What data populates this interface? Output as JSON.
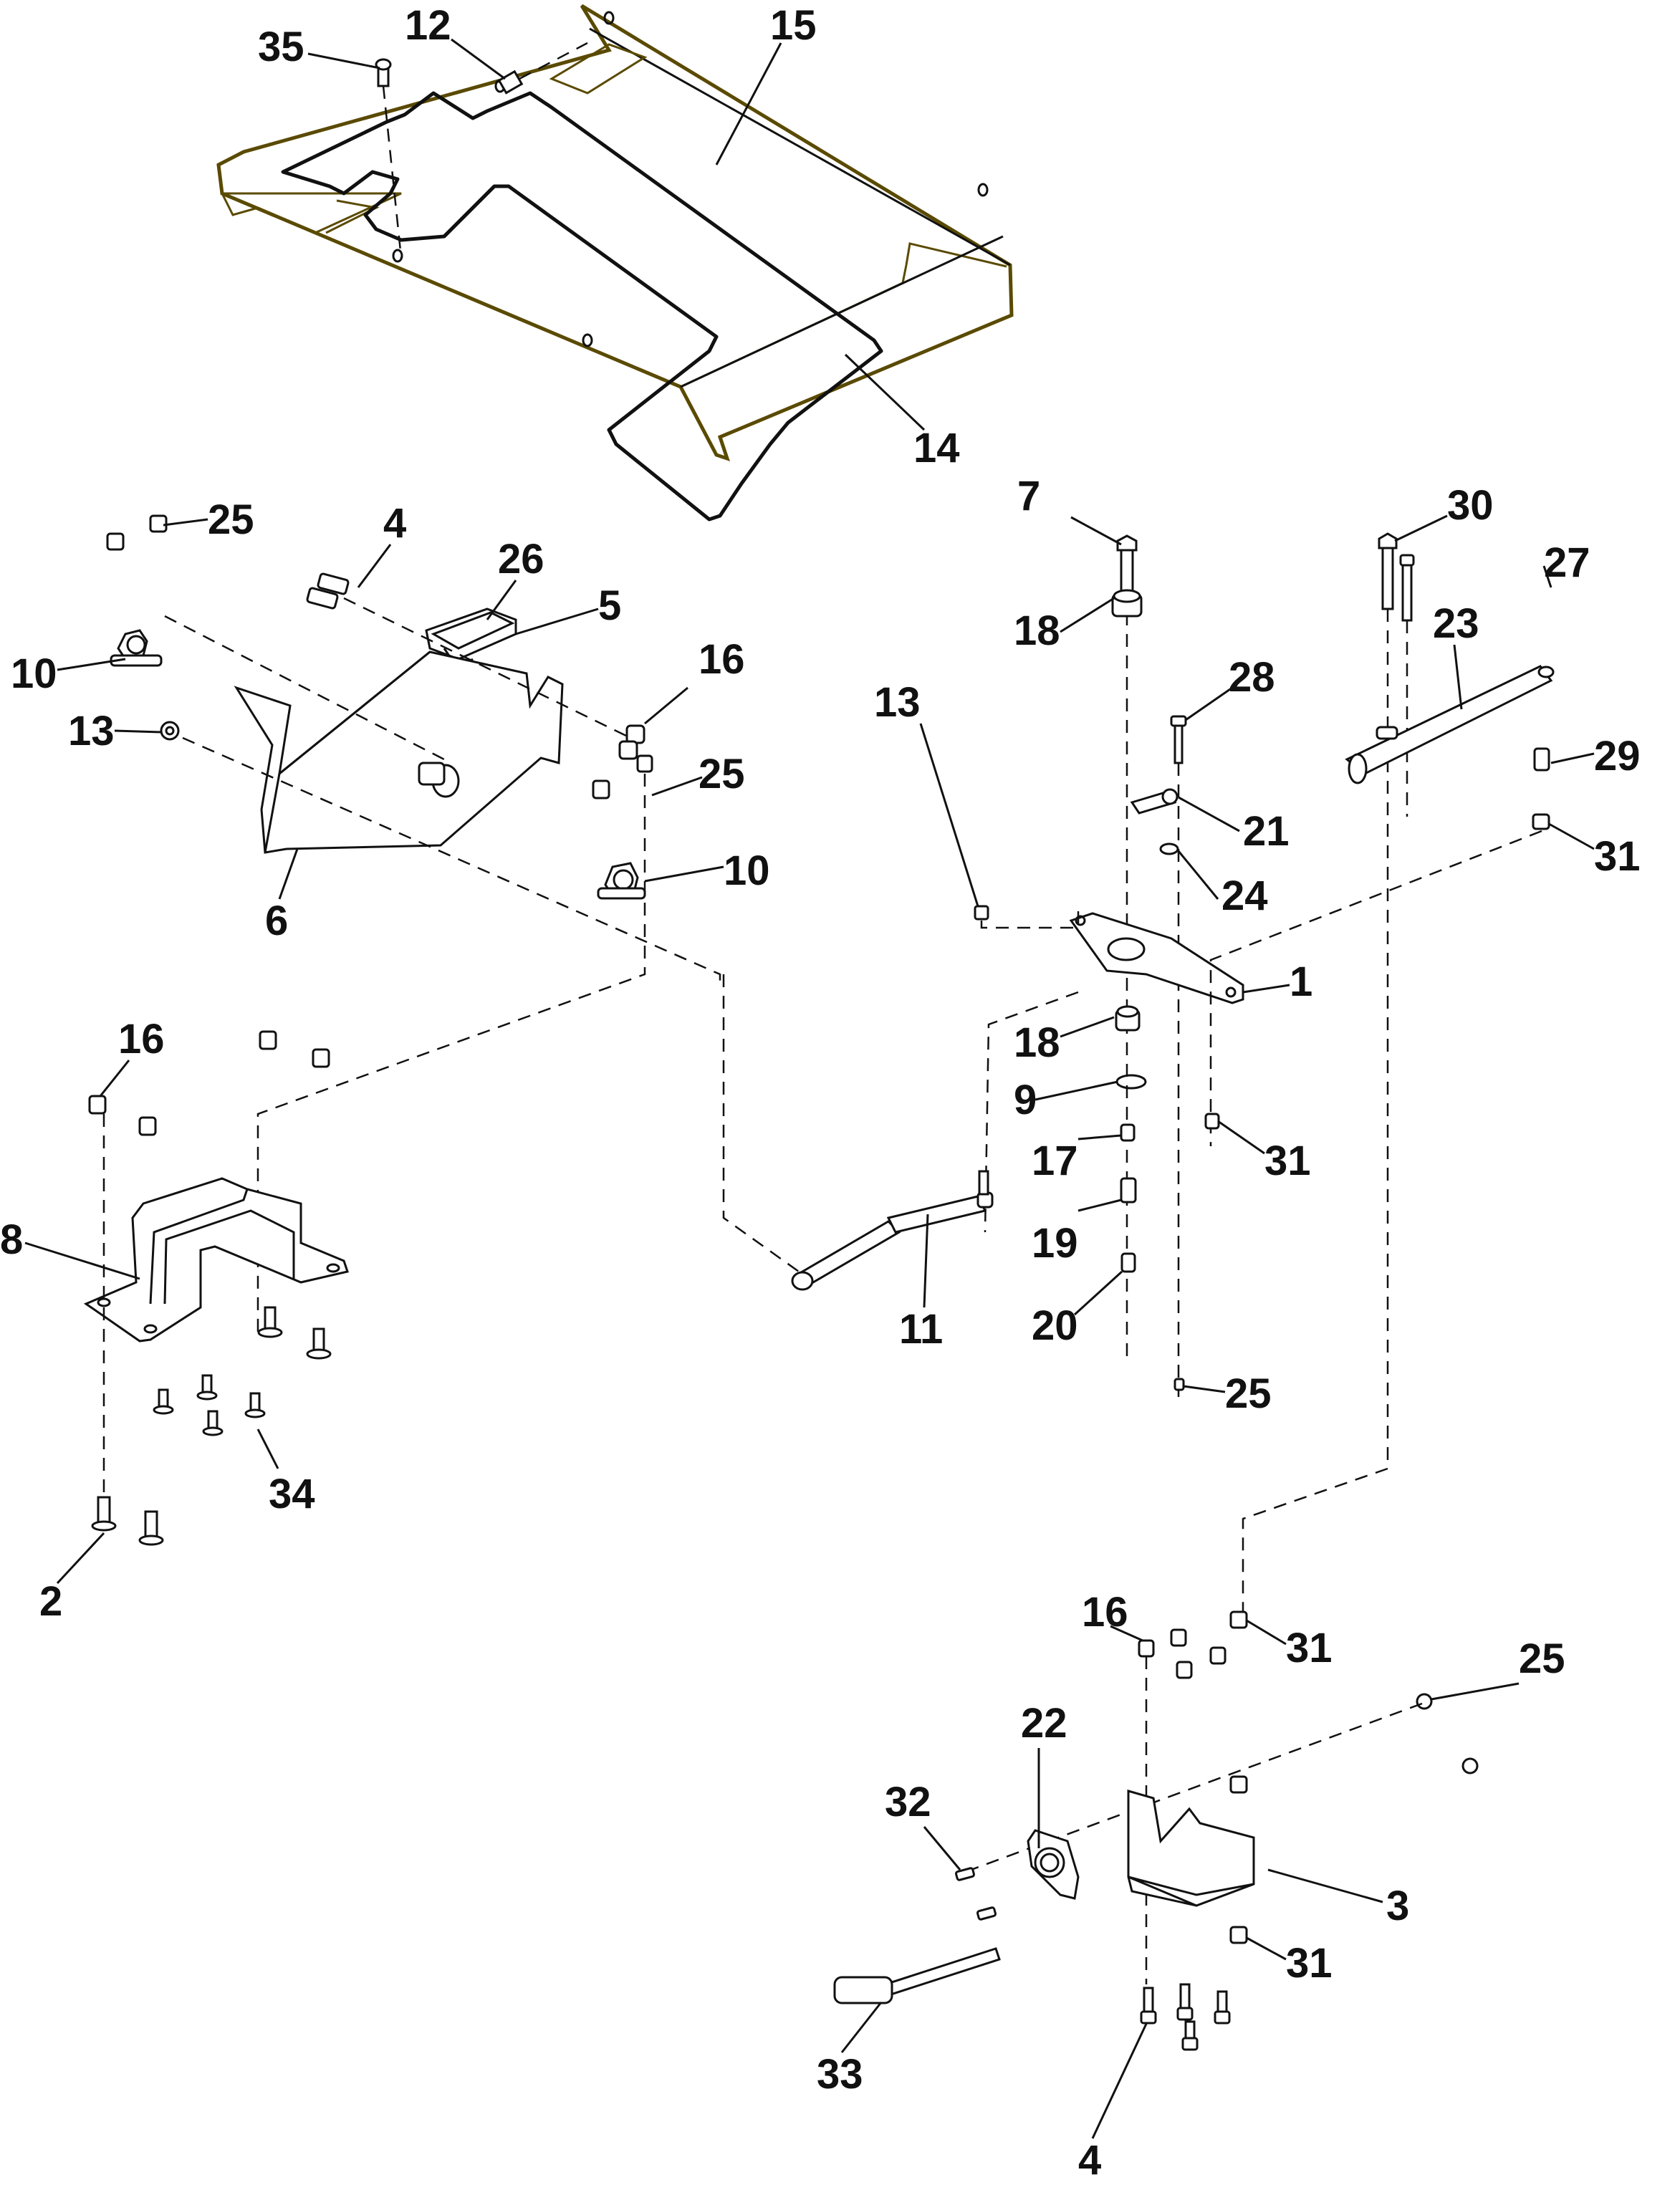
{
  "diagram": {
    "type": "exploded-parts-diagram",
    "colors": {
      "background": "#ffffff",
      "line": "#111111",
      "plate_outline": "#5a4a00"
    },
    "callouts": [
      {
        "id": "c35",
        "label": "35",
        "part": "screw"
      },
      {
        "id": "c12",
        "label": "12",
        "part": "stud"
      },
      {
        "id": "c15",
        "label": "15",
        "part": "floor mat"
      },
      {
        "id": "c14",
        "label": "14",
        "part": "floor plate"
      },
      {
        "id": "c25a",
        "label": "25",
        "part": "nut"
      },
      {
        "id": "c4a",
        "label": "4",
        "part": "bolt"
      },
      {
        "id": "c26",
        "label": "26",
        "part": "pedal pad"
      },
      {
        "id": "c5",
        "label": "5",
        "part": "pedal"
      },
      {
        "id": "c10a",
        "label": "10",
        "part": "bearing"
      },
      {
        "id": "c16a",
        "label": "16",
        "part": "nut"
      },
      {
        "id": "c13a",
        "label": "13",
        "part": "nut"
      },
      {
        "id": "c25b",
        "label": "25",
        "part": "nut"
      },
      {
        "id": "c10b",
        "label": "10",
        "part": "bearing"
      },
      {
        "id": "c6",
        "label": "6",
        "part": "pedal arm"
      },
      {
        "id": "c16b",
        "label": "16",
        "part": "nut"
      },
      {
        "id": "c8",
        "label": "8",
        "part": "bracket"
      },
      {
        "id": "c34",
        "label": "34",
        "part": "carriage bolt"
      },
      {
        "id": "c2",
        "label": "2",
        "part": "carriage bolt"
      },
      {
        "id": "c7",
        "label": "7",
        "part": "bolt"
      },
      {
        "id": "c18a",
        "label": "18",
        "part": "bearing"
      },
      {
        "id": "c28",
        "label": "28",
        "part": "bolt"
      },
      {
        "id": "c30",
        "label": "30",
        "part": "bolt"
      },
      {
        "id": "c27",
        "label": "27",
        "part": "bolt"
      },
      {
        "id": "c23",
        "label": "23",
        "part": "damper"
      },
      {
        "id": "c29",
        "label": "29",
        "part": "spacer"
      },
      {
        "id": "c13b",
        "label": "13",
        "part": "nut"
      },
      {
        "id": "c21",
        "label": "21",
        "part": "rod end"
      },
      {
        "id": "c31a",
        "label": "31",
        "part": "flange nut"
      },
      {
        "id": "c24",
        "label": "24",
        "part": "washer"
      },
      {
        "id": "c1",
        "label": "1",
        "part": "pivot plate"
      },
      {
        "id": "c18b",
        "label": "18",
        "part": "bearing"
      },
      {
        "id": "c9",
        "label": "9",
        "part": "snap ring"
      },
      {
        "id": "c31b",
        "label": "31",
        "part": "flange nut"
      },
      {
        "id": "c17",
        "label": "17",
        "part": "spacer"
      },
      {
        "id": "c19",
        "label": "19",
        "part": "spacer"
      },
      {
        "id": "c11",
        "label": "11",
        "part": "linkage rod"
      },
      {
        "id": "c20",
        "label": "20",
        "part": "nut"
      },
      {
        "id": "c25c",
        "label": "25",
        "part": "nut"
      },
      {
        "id": "c16c",
        "label": "16",
        "part": "nut"
      },
      {
        "id": "c31c",
        "label": "31",
        "part": "flange nut"
      },
      {
        "id": "c25d",
        "label": "25",
        "part": "nut"
      },
      {
        "id": "c22",
        "label": "22",
        "part": "flange bearing"
      },
      {
        "id": "c32",
        "label": "32",
        "part": "bolt"
      },
      {
        "id": "c3",
        "label": "3",
        "part": "bracket"
      },
      {
        "id": "c31d",
        "label": "31",
        "part": "flange nut"
      },
      {
        "id": "c33",
        "label": "33",
        "part": "cable"
      },
      {
        "id": "c4b",
        "label": "4",
        "part": "bolt"
      }
    ]
  }
}
